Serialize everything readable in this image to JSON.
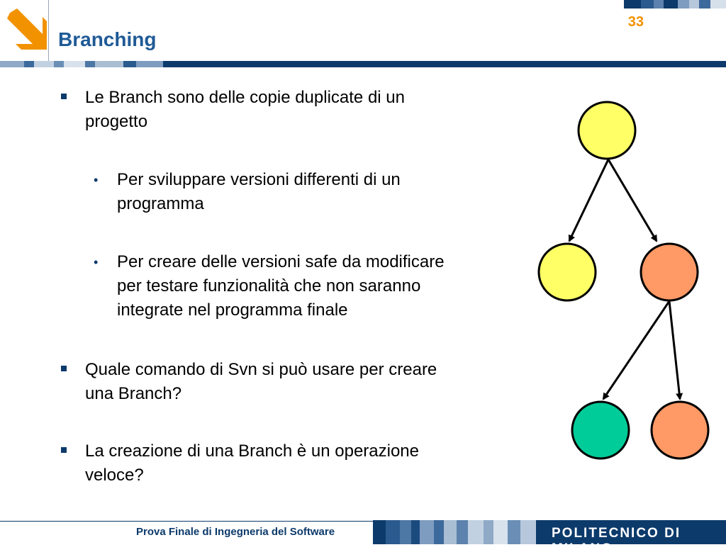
{
  "header": {
    "title": "Branching",
    "page_number": "33"
  },
  "bullets": [
    {
      "level": 1,
      "text_lines": [
        "Le Branch sono delle copie duplicate di un",
        "progetto"
      ]
    },
    {
      "level": 2,
      "text_lines": [
        "Per sviluppare versioni differenti di un",
        "programma"
      ]
    },
    {
      "level": 2,
      "text_lines": [
        "Per creare delle versioni safe da modificare",
        "per testare funzionalità che non saranno",
        "integrate nel programma finale"
      ]
    },
    {
      "level": 1,
      "text_lines": [
        "Quale comando di Svn si può usare per creare",
        "una Branch?"
      ]
    },
    {
      "level": 1,
      "text_lines": [
        "La creazione di una Branch è un operazione",
        "veloce?"
      ]
    }
  ],
  "diagram": {
    "node_colors": {
      "root": "#ffff66",
      "left": "#ffff66",
      "right": "#ff9966",
      "bottom_left": "#00cc99",
      "bottom_right": "#ff9966"
    }
  },
  "footer": {
    "course": "Prova Finale di Ingegneria del Software",
    "brand": "POLITECNICO DI MILANO"
  },
  "colors": {
    "navy": "#0c3a6b",
    "title_blue": "#1f5a96",
    "accent_orange": "#f29200"
  }
}
